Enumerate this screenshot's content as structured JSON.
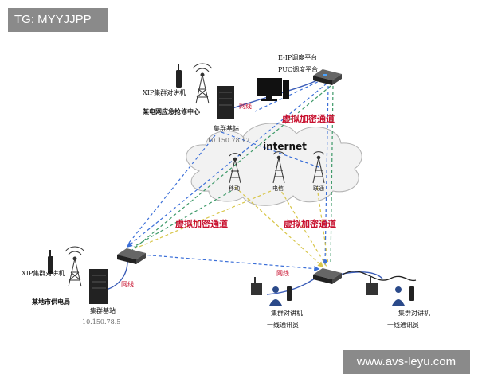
{
  "watermark": {
    "tg": "TG: MYYJJPP",
    "site": "www.avs-leyu.com"
  },
  "platform": {
    "line1": "E-IP调度平台",
    "line2": "PUC调度平台"
  },
  "internet": {
    "label": "internet"
  },
  "towers": {
    "mobile": "移动",
    "telecom": "电信",
    "unicom": "联通"
  },
  "encrypted_channel": "虚拟加密通道",
  "wired_link": "网线",
  "repair_center": {
    "radio": "XIP集群对讲机",
    "name": "某电网应急抢修中心",
    "station": "集群基站",
    "ip": "10.150.78.12"
  },
  "power_bureau": {
    "radio": "XIP集群对讲机",
    "name": "某地市供电局",
    "station": "集群基站",
    "ip": "10.150.78.5"
  },
  "field_users": [
    {
      "device": "集群对讲机",
      "role": "一线通讯员"
    },
    {
      "device": "集群对讲机",
      "role": "一线通讯员"
    }
  ],
  "colors": {
    "encrypted_text": "#c8102e",
    "link_blue": "#3b6fd8",
    "link_yellow": "#d8c64a",
    "link_green": "#3f9a6a",
    "cloud_fill": "#f2f2f2"
  }
}
